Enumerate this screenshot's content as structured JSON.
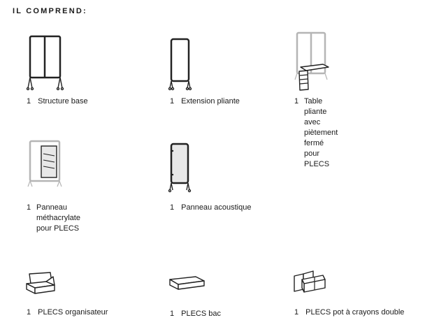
{
  "heading": "IL COMPREND:",
  "items": [
    {
      "qty": "1",
      "name": "Structure base",
      "icon": "frame-double-panel-icon"
    },
    {
      "qty": "1",
      "name": "Extension pliante",
      "icon": "frame-single-panel-icon"
    },
    {
      "qty": "1",
      "name": "Table pliante avec piètement\nfermé pour PLECS",
      "icon": "folding-table-icon"
    },
    {
      "qty": "1",
      "name": "Panneau méthacrylate\npour PLECS",
      "icon": "methacrylate-panel-icon"
    },
    {
      "qty": "1",
      "name": "Panneau acoustique",
      "icon": "acoustic-panel-icon"
    },
    {
      "qty": "1",
      "name": "PLECS organisateur",
      "icon": "organizer-tray-icon"
    },
    {
      "qty": "1",
      "name": "PLECS bac",
      "icon": "tray-icon"
    },
    {
      "qty": "1",
      "name": "PLECS pot à crayons double",
      "icon": "double-pencil-holder-icon"
    }
  ],
  "colors": {
    "text": "#1a1a1a",
    "line": "#222222",
    "light_line": "#b5b5b5",
    "panel_fill": "#e8e8e8"
  }
}
